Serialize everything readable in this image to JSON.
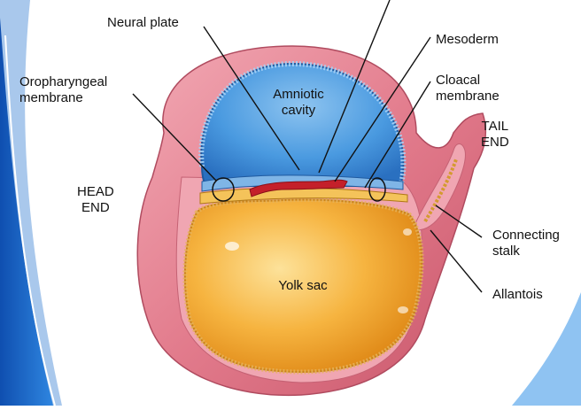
{
  "labels": {
    "neural_plate": "Neural plate",
    "mesoderm": "Mesoderm",
    "oropharyngeal_membrane": "Oropharyngeal\nmembrane",
    "cloacal_membrane": "Cloacal\nmembrane",
    "amniotic_cavity": "Amniotic\ncavity",
    "tail_end": "TAIL\nEND",
    "head_end": "HEAD\nEND",
    "connecting_stalk": "Connecting\nstalk",
    "yolk_sac": "Yolk sac",
    "allantois": "Allantois"
  },
  "colors": {
    "slide_blue": "#1e6fd0",
    "slide_light_blue": "#a9c8ec",
    "amnion_blue": "#3f8fd8",
    "yolk_orange": "#f3a02e",
    "tissue_pink": "#e27b8c",
    "neural_red": "#c4202a"
  }
}
